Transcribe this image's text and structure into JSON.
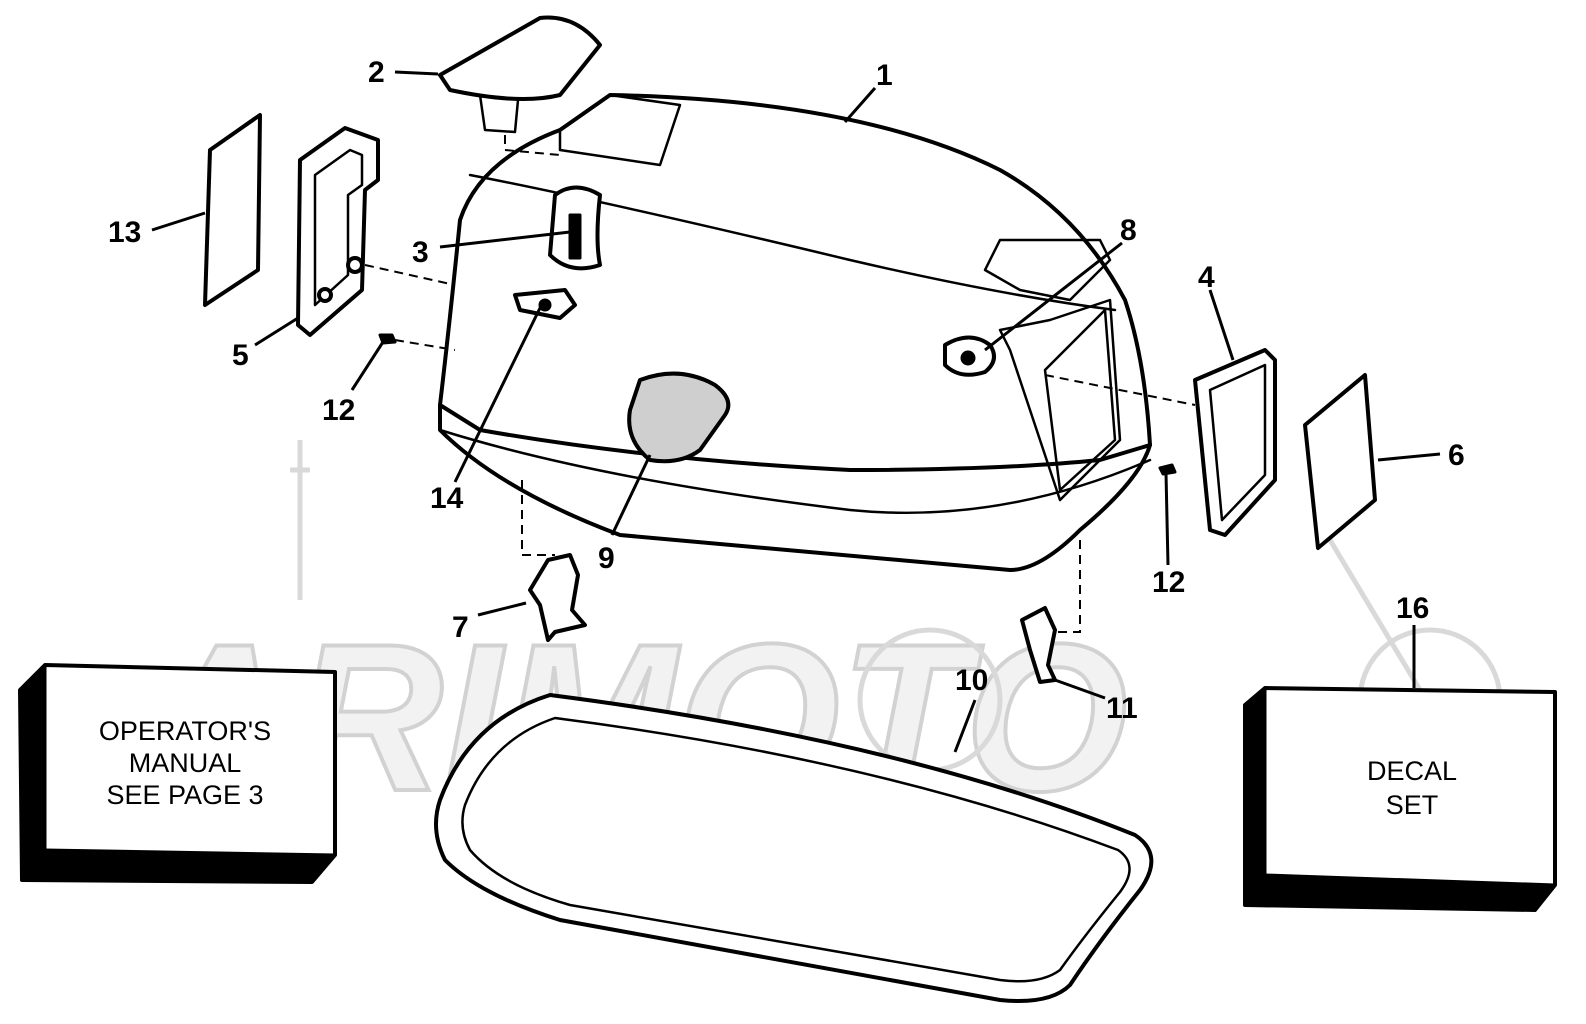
{
  "watermark": {
    "text": "ARIMOTO"
  },
  "callouts": [
    "1",
    "2",
    "3",
    "4",
    "5",
    "6",
    "7",
    "8",
    "9",
    "10",
    "11",
    "12",
    "12",
    "13",
    "14",
    "16"
  ],
  "boxes": {
    "operators_manual": [
      "OPERATOR'S",
      "MANUAL",
      "SEE PAGE 3"
    ],
    "decal_set": [
      "DECAL",
      "SET"
    ]
  },
  "colors": {
    "line": "#000000",
    "background": "#ffffff",
    "watermark": "#d9d9d9"
  }
}
